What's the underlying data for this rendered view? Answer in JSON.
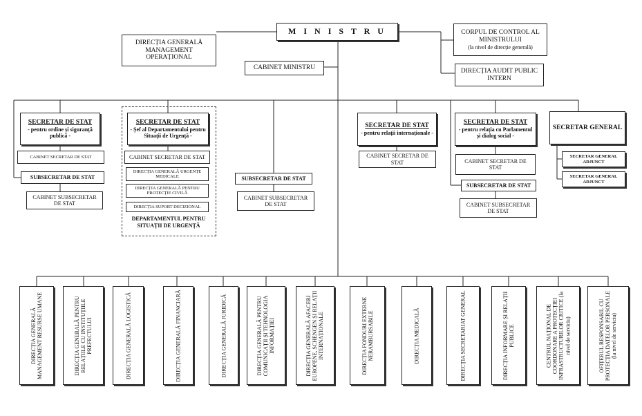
{
  "top": {
    "ministru": "M I N I S T R U",
    "dg_management": "DIRECȚIA GENERALĂ MANAGEMENT OPERAȚIONAL",
    "cabinet_ministru": "CABINET MINISTRU",
    "corp_control": "CORPUL DE CONTROL AL MINISTRULUI",
    "corp_control_note": "(la nivel de direcție generală)",
    "audit": "DIRECȚIA AUDIT PUBLIC INTERN"
  },
  "sec1": {
    "title": "SECRETAR DE STAT",
    "sub": "- pentru ordine și siguranță publică -",
    "cabinet": "CABINET SECRETAR DE STAT",
    "subsecretar": "SUBSECRETAR DE STAT",
    "cabinet_sub": "CABINET SUBSECRETAR DE STAT"
  },
  "sec2": {
    "title": "SECRETAR DE STAT",
    "sub": "- Șef al Departamentului pentru Situații de Urgență -",
    "cabinet": "CABINET SECRETAR DE STAT",
    "d1": "DIRECȚIA GENERALĂ URGENȚE MEDICALE",
    "d2": "DIRECȚIA GENERALĂ PENTRU PROTECȚIE CIVILĂ",
    "d3": "DIRECȚIA SUPORT DECIZIONAL",
    "departament": "DEPARTAMENTUL PENTRU SITUAȚII DE URGENȚĂ"
  },
  "sub_center": {
    "subsecretar": "SUBSECRETAR DE STAT",
    "cabinet_sub": "CABINET SUBSECRETAR DE STAT"
  },
  "sec3": {
    "title": "SECRETAR DE STAT",
    "sub": "- pentru relații internaționale -",
    "cabinet": "CABINET SECRETAR DE STAT"
  },
  "sec4": {
    "title": "SECRETAR DE STAT",
    "sub": "- pentru relația cu Parlamentul și dialog social -",
    "cabinet": "CABINET SECRETAR DE STAT",
    "subsecretar": "SUBSECRETAR DE STAT",
    "cabinet_sub": "CABINET SUBSECRETAR DE STAT"
  },
  "secgen": {
    "title": "SECRETAR GENERAL",
    "adj1": "SECRETAR GENERAL ADJUNCT",
    "adj2": "SECRETAR GENERAL ADJUNCT"
  },
  "bottom": [
    "DIRECȚIA GENERALĂ MANAGEMENT RESURSE UMANE",
    "DIRECȚIA GENERALĂ PENTRU RELAȚIILE CU INSTITUȚIILE PREFECTULUI",
    "DIRECȚIA GENERALĂ LOGISTICĂ",
    "DIRECȚIA GENERALĂ FINANCIARĂ",
    "DIRECȚIA GENERALĂ JURIDICĂ",
    "DIRECȚIA GENERALĂ PENTRU COMUNICAȚII ȘI TEHNOLOGIA INFORMAȚIEI",
    "DIRECȚIA GENERALĂ AFACERI EUROPENE, SCHENGEN ȘI RELAȚII INTERNAȚIONALE",
    "DIRECȚIA FONDURI EXTERNE NERAMBURSABILE",
    "DIRECȚIA MEDICALĂ",
    "DIRECȚIA SECRETARIAT GENERAL",
    "DIRECȚIA INFORMARE ȘI RELAȚII PUBLICE",
    "CENTRUL NAȚIONAL DE COORDONARE A PROTECȚIEI INFRASTRUCTURILOR CRITICE (la nivel de serviciu)",
    "OFIȚERUL RESPONSABIL CU PROTECȚIA DATELOR PERSONALE (la nivel de serviciu)"
  ]
}
